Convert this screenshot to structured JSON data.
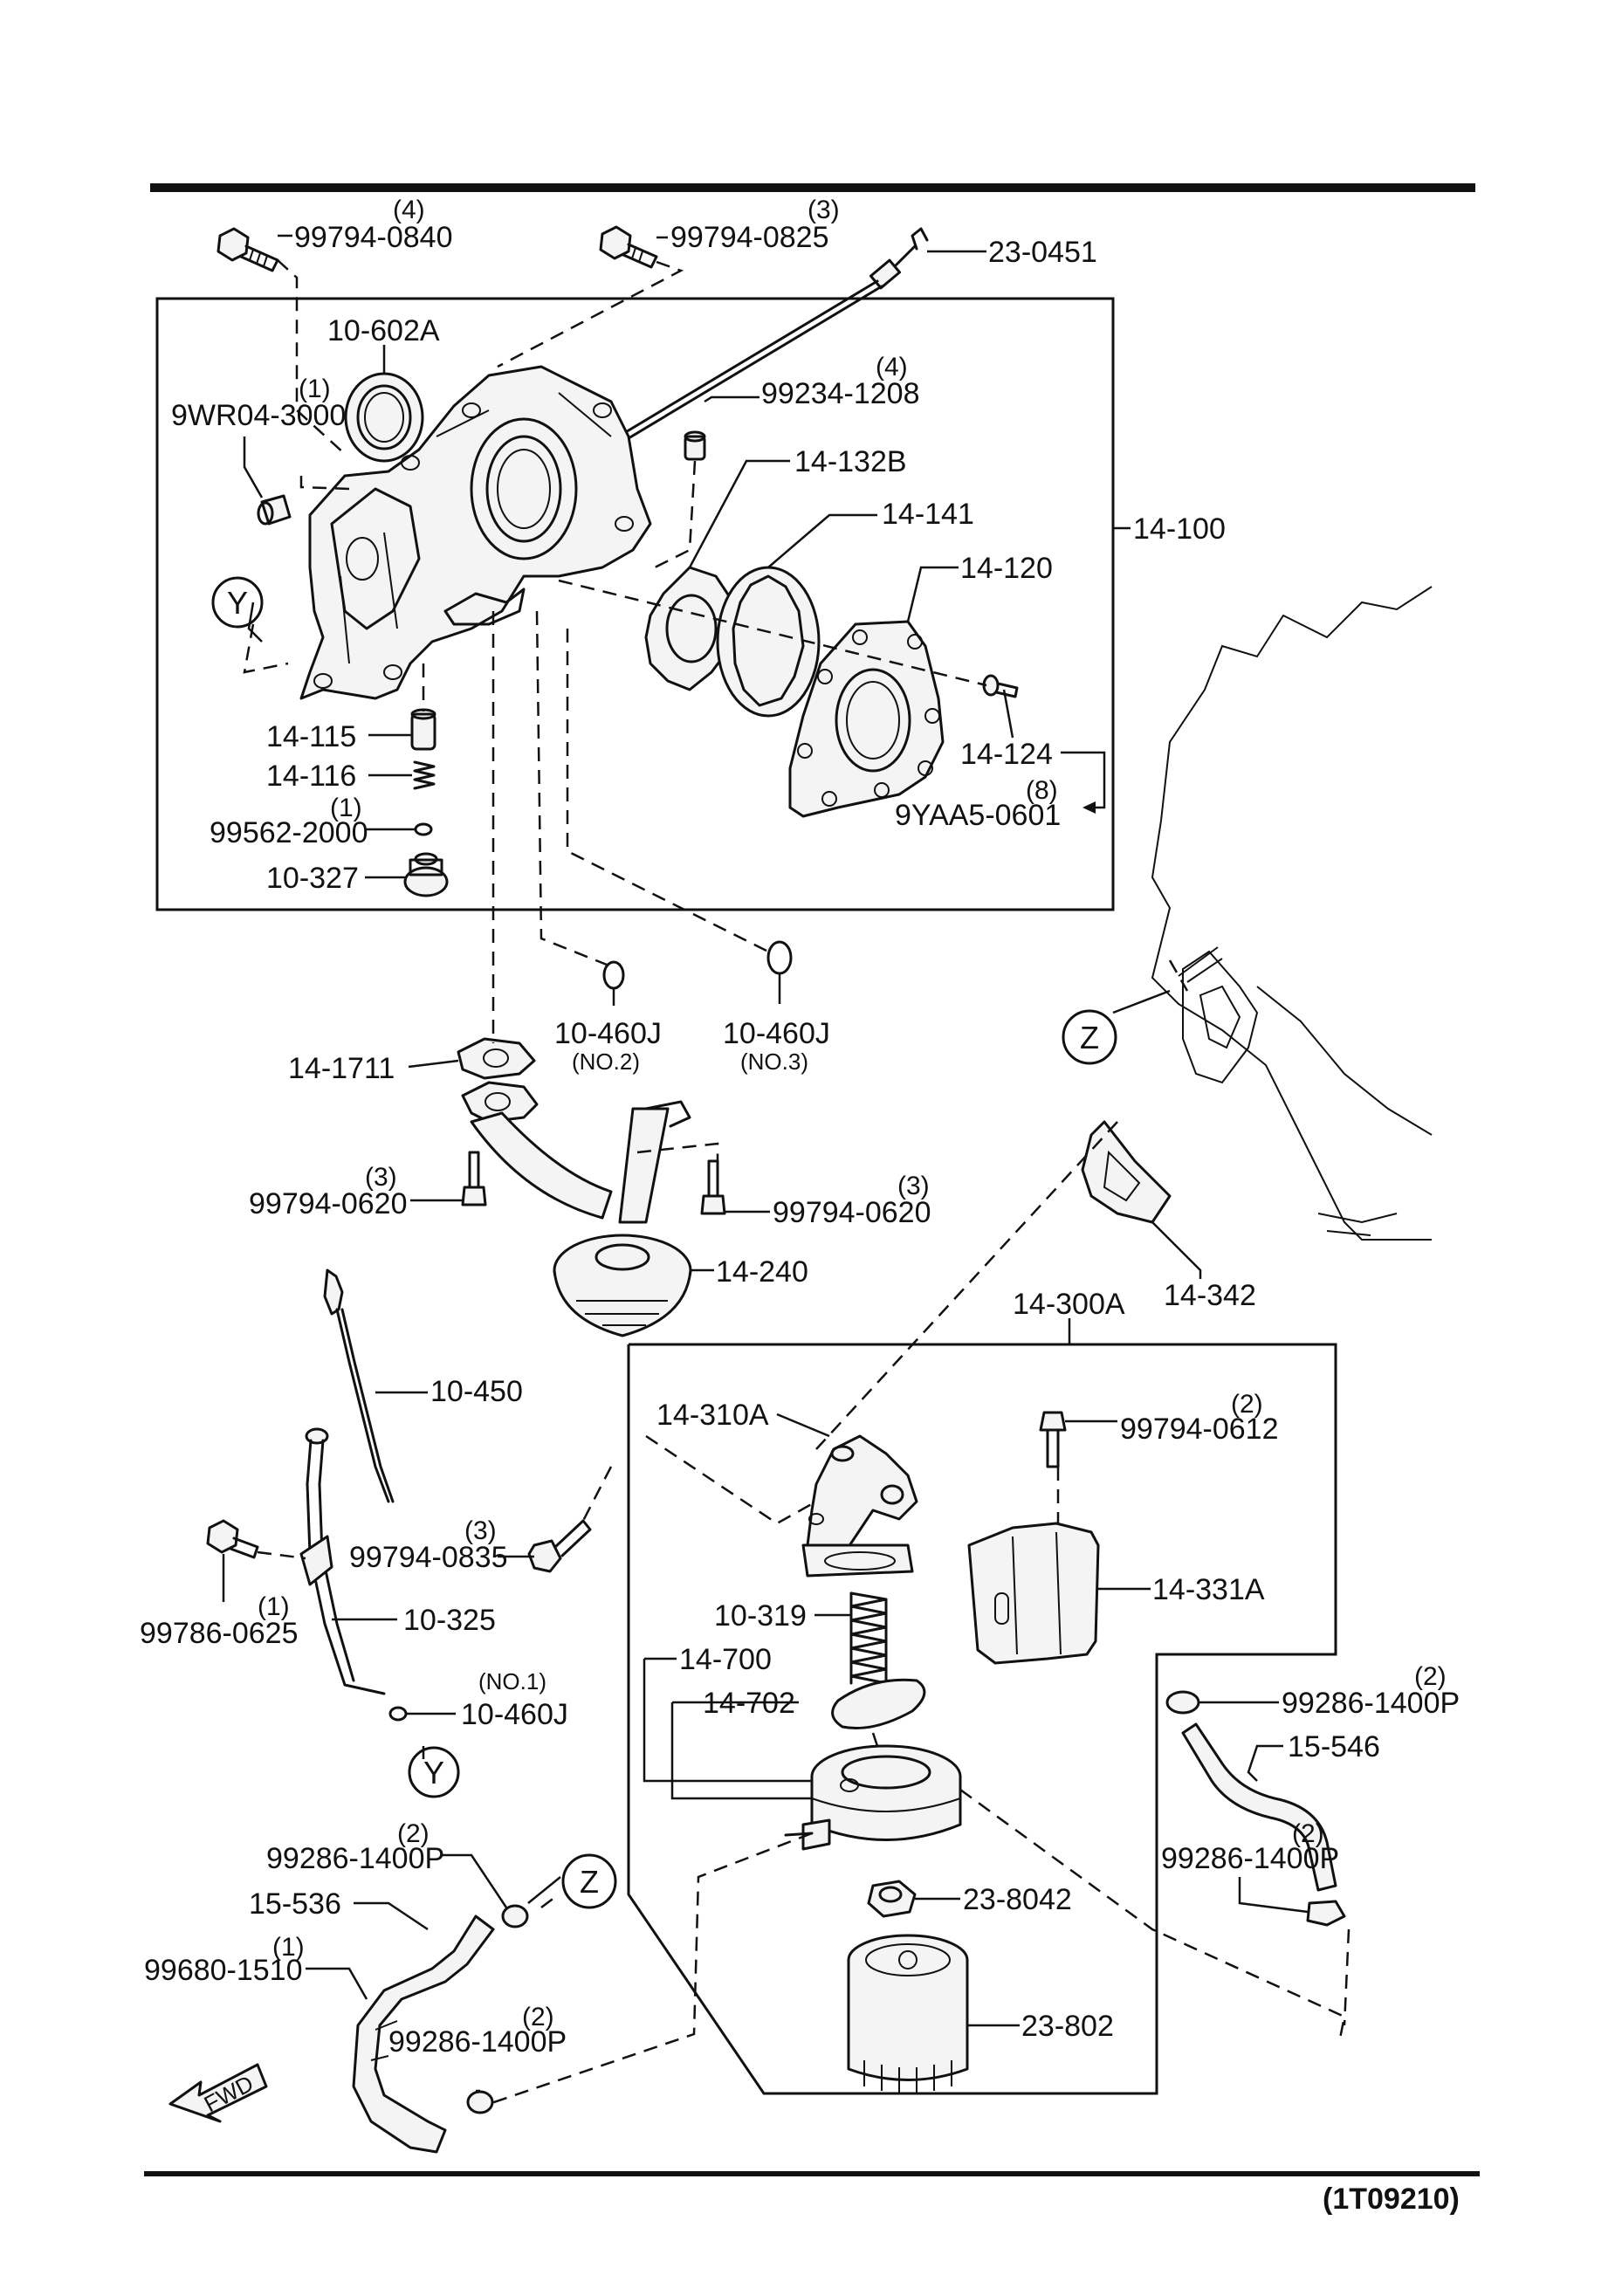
{
  "diagram": {
    "reference": "(1T09210)",
    "fwd": "FWD",
    "callouts": {
      "y_top": "Y",
      "y_bottom": "Y",
      "z_engine": "Z",
      "z_hose": "Z"
    },
    "labels": {
      "p99794_0840": {
        "part": "99794-0840",
        "qty": "(4)"
      },
      "p99794_0825": {
        "part": "99794-0825",
        "qty": "(3)"
      },
      "p23_0451": {
        "part": "23-0451"
      },
      "p10_602A": {
        "part": "10-602A"
      },
      "p9WR04_3000": {
        "part": "9WR04-3000",
        "qty": "(1)"
      },
      "p99234_1208": {
        "part": "99234-1208",
        "qty": "(4)"
      },
      "p14_132B": {
        "part": "14-132B"
      },
      "p14_141": {
        "part": "14-141"
      },
      "p14_120": {
        "part": "14-120"
      },
      "p14_100": {
        "part": "14-100"
      },
      "p14_115": {
        "part": "14-115"
      },
      "p14_116": {
        "part": "14-116"
      },
      "p99562_2000": {
        "part": "99562-2000",
        "qty": "(1)"
      },
      "p10_327": {
        "part": "10-327"
      },
      "p14_124": {
        "part": "14-124"
      },
      "p9YAA5_0601": {
        "part": "9YAA5-0601",
        "qty": "(8)"
      },
      "p10_460J_2": {
        "part": "10-460J",
        "note": "(NO.2)"
      },
      "p10_460J_3": {
        "part": "10-460J",
        "note": "(NO.3)"
      },
      "p14_1711": {
        "part": "14-1711"
      },
      "p99794_0620_l": {
        "part": "99794-0620",
        "qty": "(3)"
      },
      "p99794_0620_r": {
        "part": "99794-0620",
        "qty": "(3)"
      },
      "p14_240": {
        "part": "14-240"
      },
      "p14_300A": {
        "part": "14-300A"
      },
      "p14_342": {
        "part": "14-342"
      },
      "p10_450": {
        "part": "10-450"
      },
      "p14_310A": {
        "part": "14-310A"
      },
      "p99794_0612": {
        "part": "99794-0612",
        "qty": "(2)"
      },
      "p99794_0835": {
        "part": "99794-0835",
        "qty": "(3)"
      },
      "p99786_0625": {
        "part": "99786-0625",
        "qty": "(1)"
      },
      "p10_325": {
        "part": "10-325"
      },
      "p14_331A": {
        "part": "14-331A"
      },
      "p10_319": {
        "part": "10-319"
      },
      "p14_700": {
        "part": "14-700"
      },
      "p14_702": {
        "part": "14-702"
      },
      "p10_460J_1": {
        "part": "10-460J",
        "note": "(NO.1)"
      },
      "p99286_1400P_r1": {
        "part": "99286-1400P",
        "qty": "(2)"
      },
      "p15_546": {
        "part": "15-546"
      },
      "p99286_1400P_r2": {
        "part": "99286-1400P",
        "qty": "(2)"
      },
      "p99286_1400P_l1": {
        "part": "99286-1400P",
        "qty": "(2)"
      },
      "p15_536": {
        "part": "15-536"
      },
      "p99680_1510": {
        "part": "99680-1510",
        "qty": "(1)"
      },
      "p99286_1400P_l2": {
        "part": "99286-1400P",
        "qty": "(2)"
      },
      "p23_8042": {
        "part": "23-8042"
      },
      "p23_802": {
        "part": "23-802"
      }
    }
  }
}
